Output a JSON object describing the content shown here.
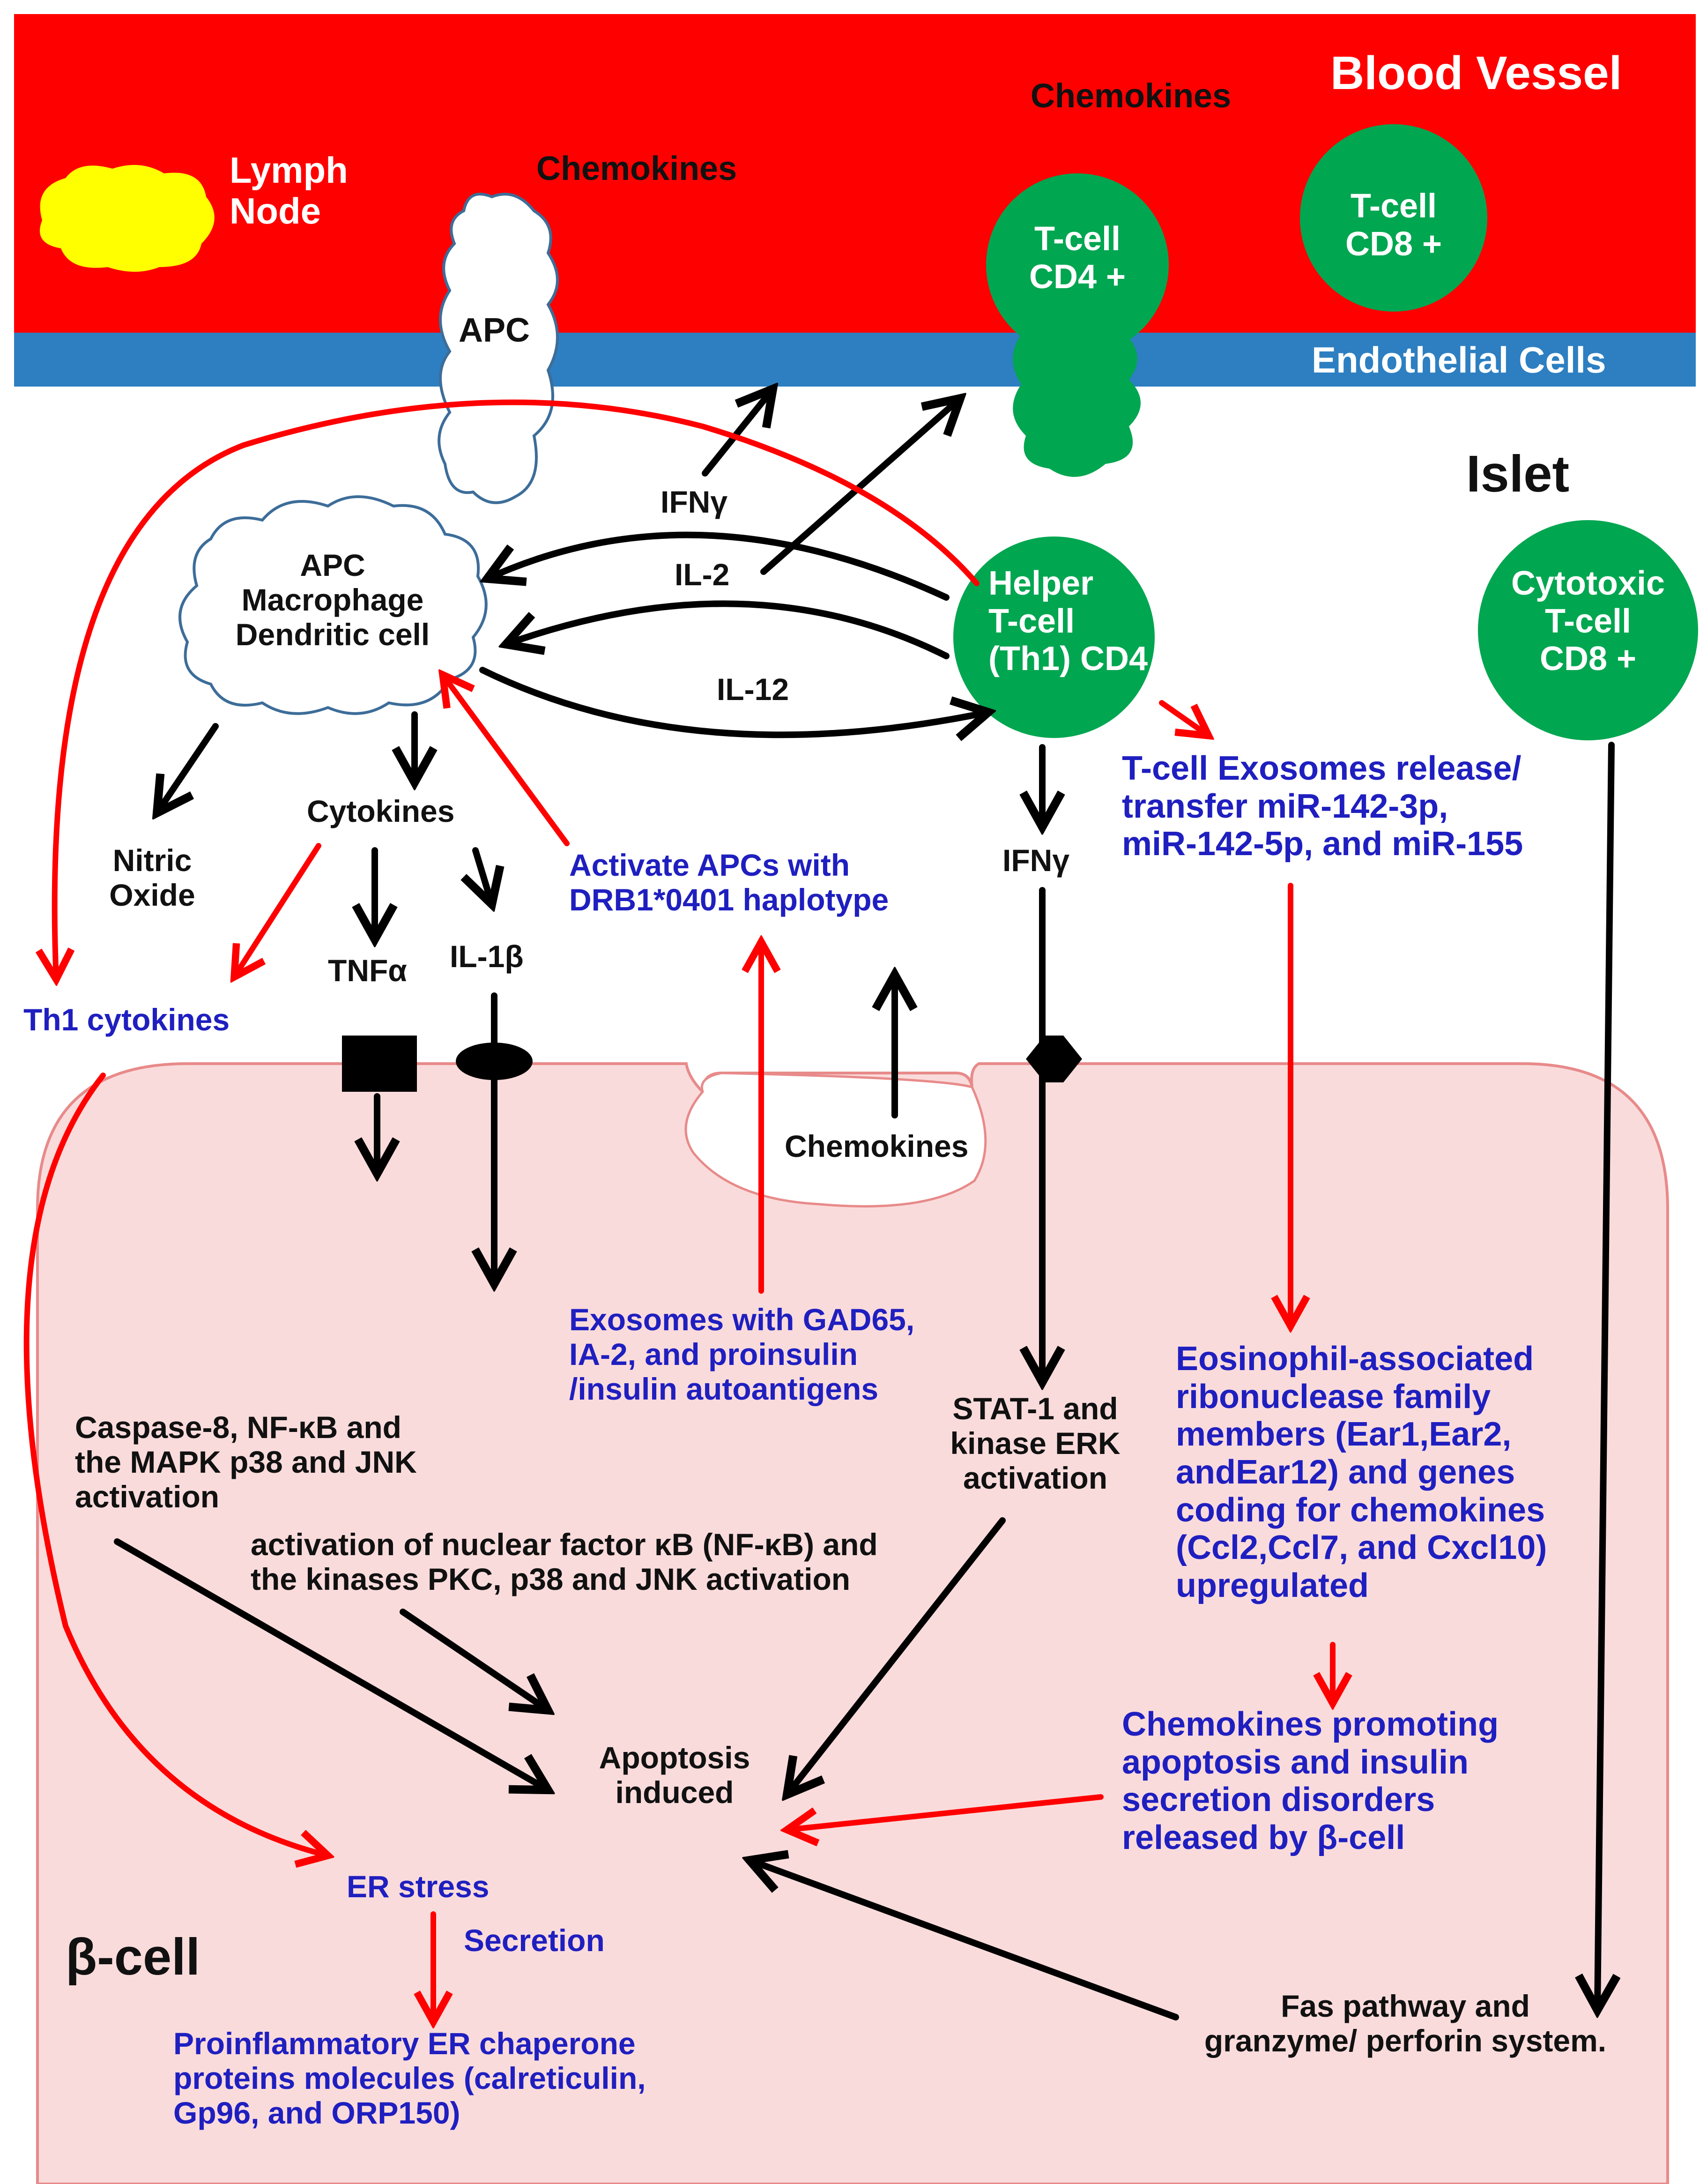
{
  "blood_vessel": {
    "title": "Blood Vessel",
    "endothelial_label": "Endothelial Cells",
    "lymph_node": "Lymph\nNode",
    "chemokines_left": "Chemokines",
    "chemokines_right": "Chemokines",
    "apc": "APC",
    "tcell_cd4": "T-cell\nCD4 +",
    "tcell_cd8": "T-cell\nCD8 +"
  },
  "islet": {
    "title": "Islet",
    "apc_macrophage": "APC\nMacrophage\nDendritic cell",
    "helper_tcell": "Helper\nT-cell\n(Th1) CD4",
    "cytotoxic_tcell": "Cytotoxic\nT-cell\nCD8 +",
    "ifng_up": "IFNγ",
    "il2": "IL-2",
    "il12": "IL-12",
    "nitric_oxide": "Nitric\nOxide",
    "cytokines": "Cytokines",
    "tnfa": "TNFα",
    "il1b": "IL-1β",
    "th1_cytokines": "Th1 cytokines",
    "activate_apcs": "Activate APCs with\nDRB1*0401 haplotype",
    "ifng_down": "IFNγ",
    "exosomes_tcell": "T-cell Exosomes  release/\ntransfer miR-142-3p,\nmiR-142-5p, and miR-155"
  },
  "beta_cell": {
    "title": "β-cell",
    "chemokines": "Chemokines",
    "exosomes_gad": "Exosomes with GAD65,\nIA-2, and proinsulin\n/insulin autoantigens",
    "caspase": "Caspase-8, NF-κB and\nthe MAPK p38 and JNK\nactivation",
    "nfkb": "activation of nuclear factor κB (NF-κB) and\nthe kinases PKC, p38 and JNK activation",
    "stat1": "STAT-1 and\nkinase ERK\nactivation",
    "eosinophil": "Eosinophil-associated\nribonuclease family\nmembers (Ear1,Ear2,\nandEar12)  and  genes\ncoding for chemokines\n(Ccl2,Ccl7, and Cxcl10)\nupregulated",
    "chemokines_promoting": "Chemokines promoting\napoptosis and insulin\nsecretion disorders\nreleased by β-cell",
    "apoptosis": "Apoptosis\ninduced",
    "er_stress": "ER stress",
    "secretion": "Secretion",
    "chaperone": "Proinflammatory ER chaperone\nproteins molecules (calreticulin,\nGp96, and ORP150)",
    "fas": "Fas pathway and\ngranzyme/ perforin system."
  },
  "colors": {
    "vessel": "#ff0000",
    "endothelium": "#2d7fc1",
    "tcell": "#00a650",
    "lymph_node": "#ffff00",
    "beta_cell_fill": "#fadbdb",
    "red_arrow": "#ff0000",
    "blue_text": "#1f1fc0"
  }
}
